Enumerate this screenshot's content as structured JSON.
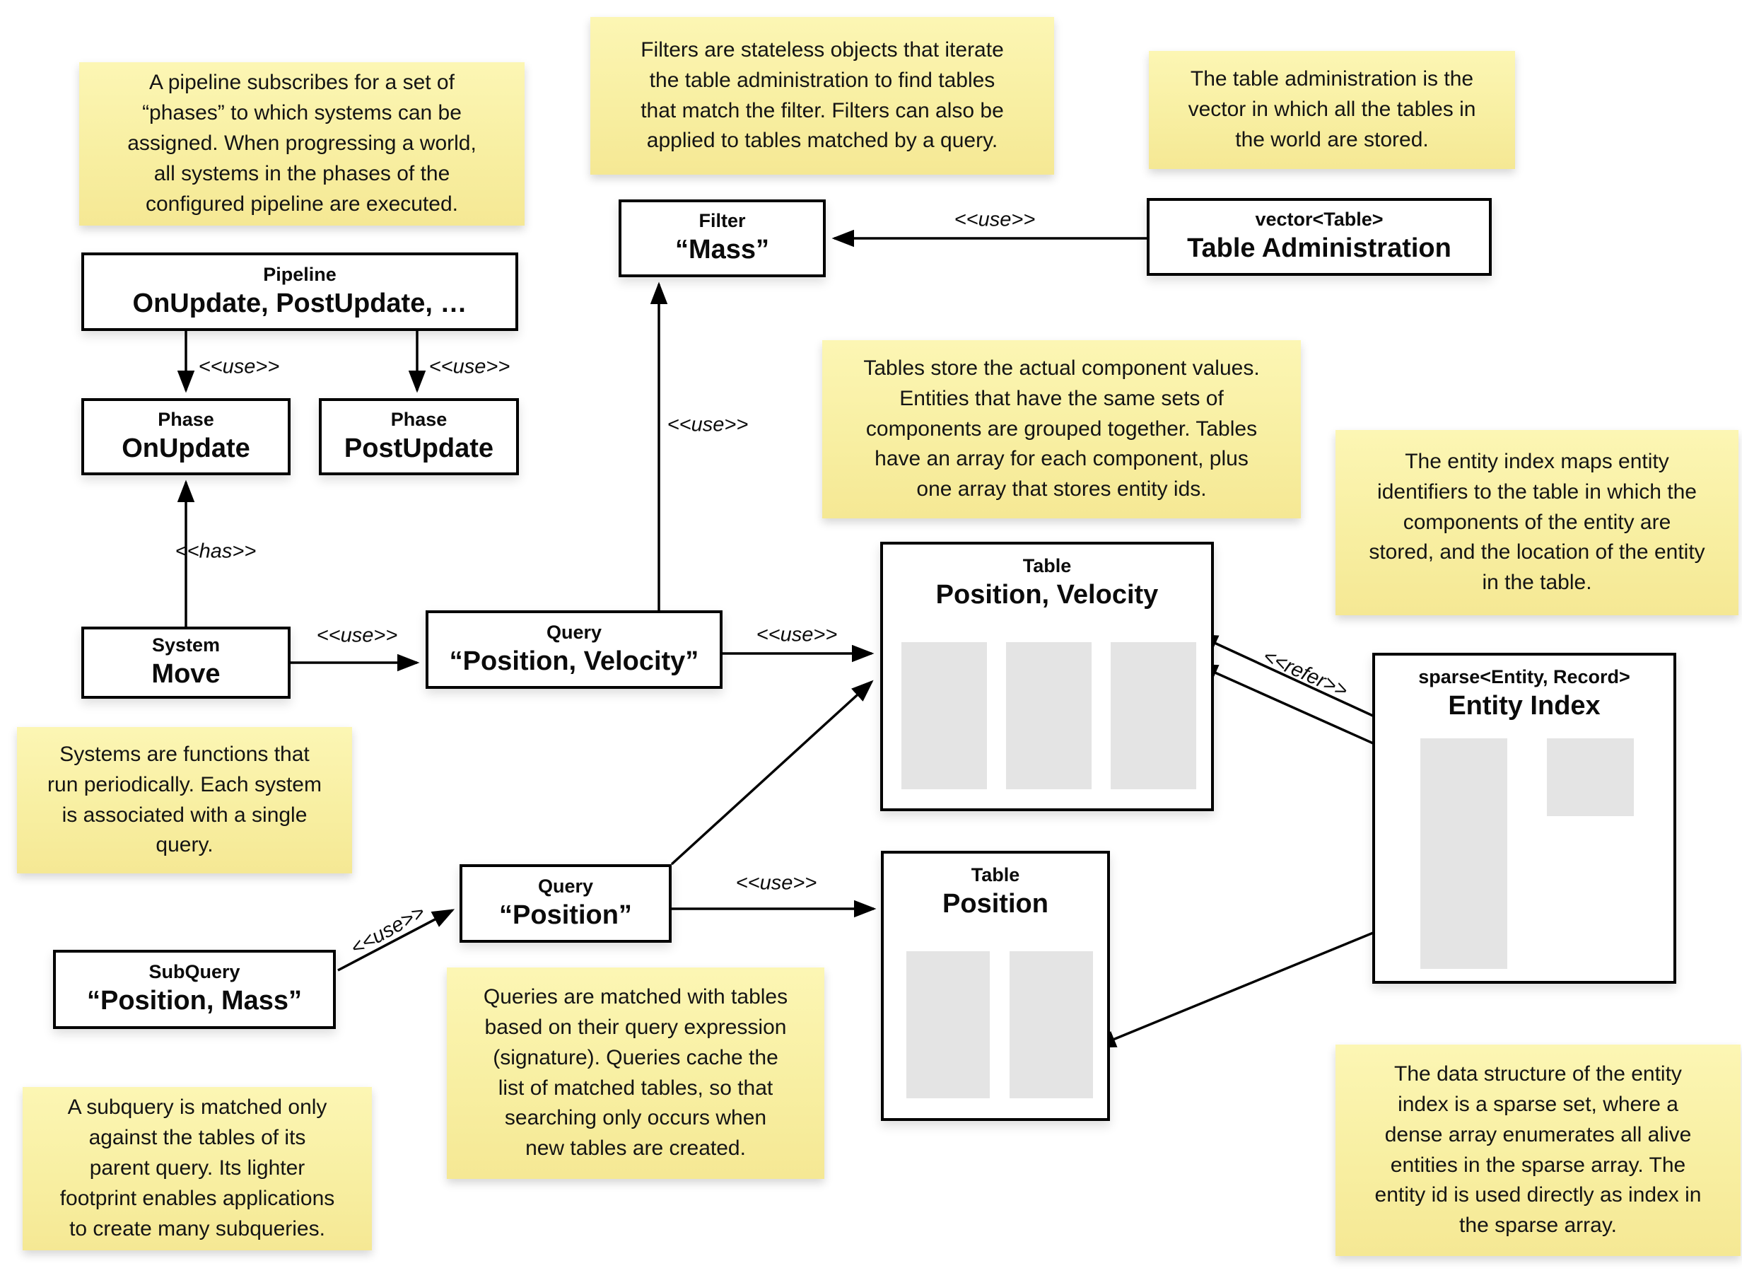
{
  "diagram_title": "ECS world architecture diagram",
  "colors": {
    "note_yellow": "#f8efa2",
    "box_border": "#000000",
    "box_fill": "#ffffff",
    "array_gray": "#e4e4e4",
    "background": "#ffffff"
  },
  "notes": [
    {
      "name": "pipeline-note",
      "text": "A pipeline subscribes for a set of\n“phases” to which systems can be\nassigned. When progressing a world,\nall systems in the phases of the\nconfigured pipeline are executed."
    },
    {
      "name": "filters-note",
      "text": "Filters are stateless objects that iterate\nthe table administration to find tables\nthat match the filter. Filters can also be\napplied to tables matched by a query."
    },
    {
      "name": "table-administration-note",
      "text": "The table administration is the\nvector in which all the tables in\nthe world are stored."
    },
    {
      "name": "tables-note",
      "text": "Tables store the actual component values.\nEntities that have the same sets of\ncomponents are grouped together. Tables\nhave an array for each component, plus\none array that stores entity ids."
    },
    {
      "name": "entity-index-note",
      "text": "The entity index maps entity\nidentifiers to the table in which the\ncomponents of the entity are\nstored, and the location of the entity\nin the table."
    },
    {
      "name": "systems-note",
      "text": "Systems are functions that\nrun periodically. Each system\nis associated with a single\nquery."
    },
    {
      "name": "queries-note",
      "text": "Queries are matched with tables\nbased on their query expression\n(signature). Queries cache the\nlist of matched tables, so that\nsearching only occurs when\nnew tables are created."
    },
    {
      "name": "subquery-note",
      "text": "A subquery is matched only\nagainst the tables of its\nparent query. Its lighter\nfootprint enables applications\nto create many subqueries."
    },
    {
      "name": "sparse-set-note",
      "text": "The data structure of the entity\nindex is a sparse set, where a\ndense array enumerates all alive\nentities in the sparse array. The\nentity id is used directly as index in\nthe sparse array."
    }
  ],
  "boxes": {
    "pipeline": {
      "type": "Pipeline",
      "name": "OnUpdate, PostUpdate, …"
    },
    "phase_onupdate": {
      "type": "Phase",
      "name": "OnUpdate"
    },
    "phase_postupdate": {
      "type": "Phase",
      "name": "PostUpdate"
    },
    "system_move": {
      "type": "System",
      "name": "Move"
    },
    "query_pv": {
      "type": "Query",
      "name": "“Position, Velocity”"
    },
    "filter_mass": {
      "type": "Filter",
      "name": "“Mass”"
    },
    "table_admin": {
      "type": "vector<Table>",
      "name": "Table Administration"
    },
    "table_pv": {
      "type": "Table",
      "name": "Position, Velocity"
    },
    "table_pos": {
      "type": "Table",
      "name": "Position"
    },
    "query_pos": {
      "type": "Query",
      "name": "“Position”"
    },
    "subquery": {
      "type": "SubQuery",
      "name": "“Position, Mass”"
    },
    "entity_index": {
      "type": "sparse<Entity, Record>",
      "name": "Entity Index"
    }
  },
  "labels": {
    "use": "<<use>>",
    "has": "<<has>>",
    "refer": "<<refer>>"
  }
}
